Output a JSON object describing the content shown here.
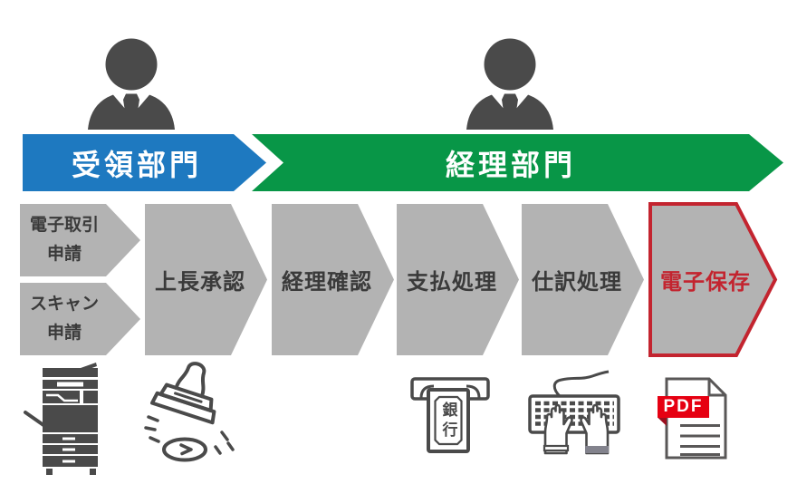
{
  "lanes": [
    {
      "label": "受領部門",
      "color": "#1e79c0"
    },
    {
      "label": "経理部門",
      "color": "#089647"
    }
  ],
  "entry_steps": [
    {
      "line1": "電子取引",
      "line2": "申請"
    },
    {
      "line1": "スキャン",
      "line2": "申請"
    }
  ],
  "main_steps": [
    {
      "label": "上長承認"
    },
    {
      "label": "経理確認"
    },
    {
      "label": "支払処理"
    },
    {
      "label": "仕訳処理"
    }
  ],
  "final_step": {
    "label": "電子保存",
    "color": "#c3242f"
  },
  "icon_labels": {
    "bank_note": "銀行",
    "pdf_badge": "PDF"
  },
  "icons": [
    "businessperson-icon",
    "copier-icon",
    "stamp-icon",
    "bank-payment-icon",
    "keyboard-typing-icon",
    "pdf-document-icon"
  ],
  "colors": {
    "lane_reception_blue": "#1e79c0",
    "lane_accounting_green": "#089647",
    "chevron_gray": "#b3b3b3",
    "icon_dark_gray": "#4a4a4a",
    "highlight_red": "#c3242f",
    "pdf_label_red": "#e60012",
    "step_text": "#3a3a3a"
  }
}
